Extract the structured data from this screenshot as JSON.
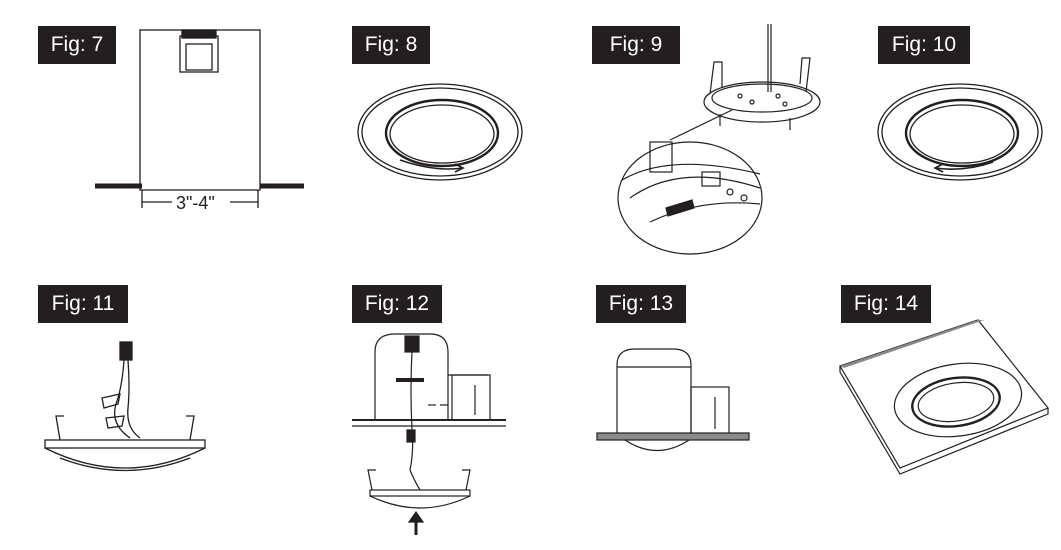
{
  "figures": [
    {
      "label": "Fig: 7"
    },
    {
      "label": "Fig: 8"
    },
    {
      "label": "Fig: 9"
    },
    {
      "label": "Fig: 10"
    },
    {
      "label": "Fig: 11"
    },
    {
      "label": "Fig: 12"
    },
    {
      "label": "Fig: 13"
    },
    {
      "label": "Fig: 14"
    }
  ],
  "fig7": {
    "dimension": "3\"-4\""
  },
  "colors": {
    "label_bg": "#231f20",
    "label_text": "#ffffff",
    "line": "#231f20"
  }
}
